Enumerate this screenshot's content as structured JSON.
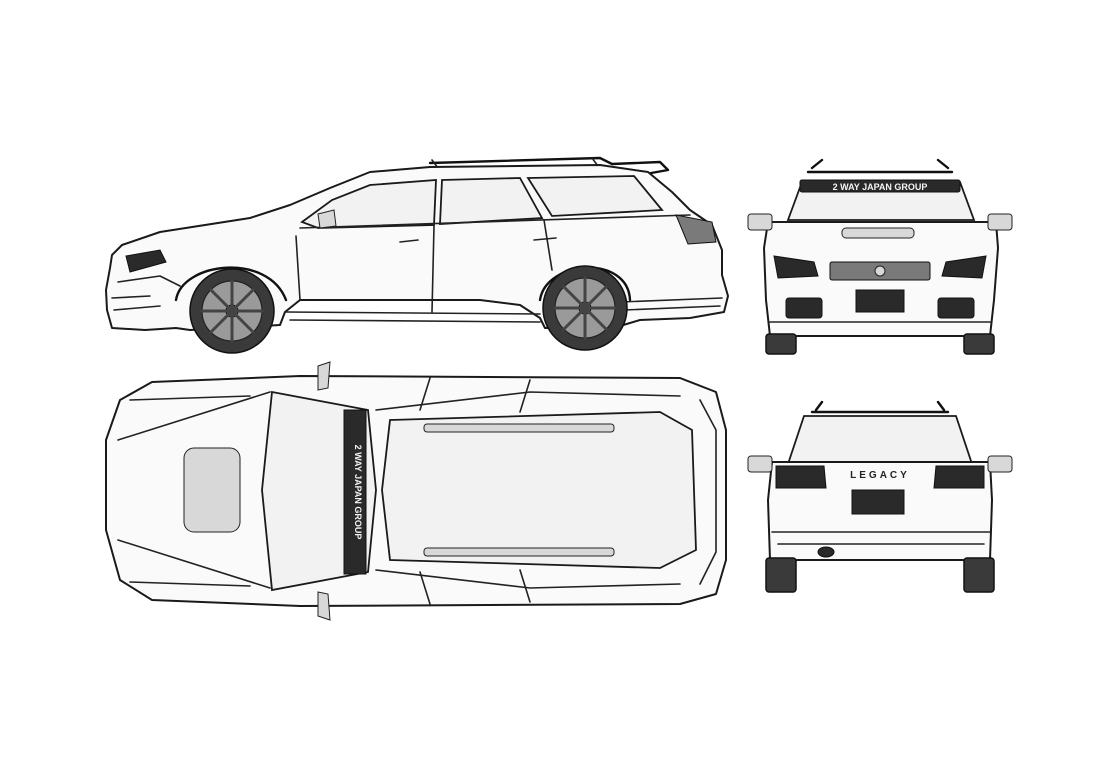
{
  "views": {
    "side": {
      "label": "side-view"
    },
    "front": {
      "label": "front-view"
    },
    "top": {
      "label": "top-view"
    },
    "rear": {
      "label": "rear-view"
    }
  },
  "text": {
    "windshield_banner_front": "2 WAY JAPAN GROUP",
    "windshield_banner_top": "2 WAY JAPAN GROUP",
    "rear_badge": "LEGACY"
  },
  "colors": {
    "line": "#1a1a1a",
    "body": "#fafafa",
    "tire": "#3a3a3a",
    "rim": "#9a9a9a",
    "background": "#ffffff"
  }
}
